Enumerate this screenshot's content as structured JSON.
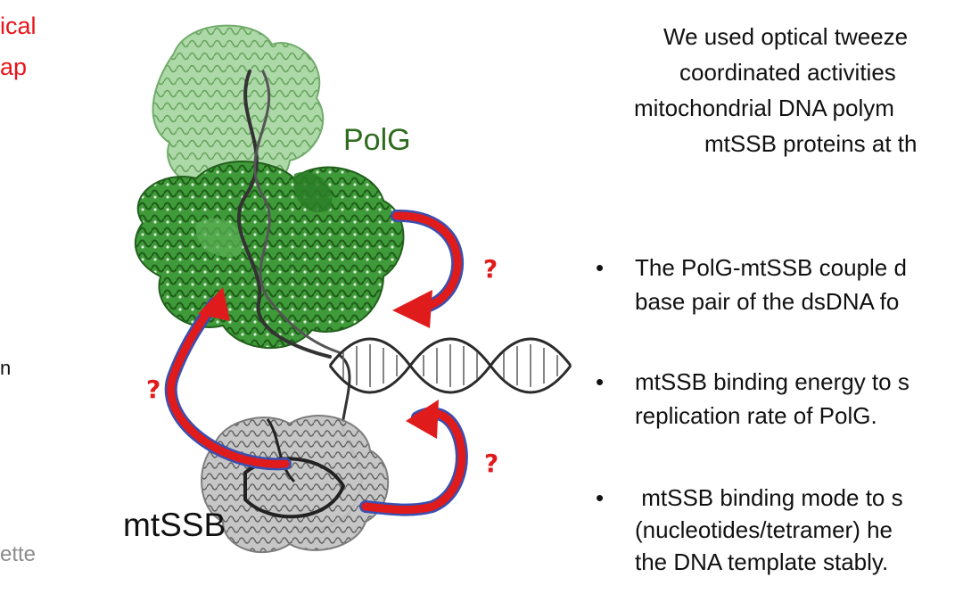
{
  "left_panel": {
    "red_line_1": "ical",
    "red_line_2": "ap",
    "black_fragment": "n",
    "gray_fragment": "ette"
  },
  "figure": {
    "polg_label": "PolG",
    "mtssb_label": "mtSSB",
    "question_marks": [
      "?",
      "?",
      "?"
    ],
    "colors": {
      "polg_green": "#2f8a2a",
      "polg_light_green": "#8fc98a",
      "dna_dark": "#333333",
      "mtssb_gray": "#9a9a9a",
      "arrow_red": "#e01b1b",
      "arrow_outline": "#3a4fb0"
    }
  },
  "intro_text": {
    "line_1": "We used optical tweeze",
    "line_2": "coordinated activities",
    "line_3": "mitochondrial DNA polym",
    "line_4": "mtSSB proteins at th"
  },
  "bullets": [
    {
      "marker": "•",
      "lines": [
        "The PolG-mtSSB couple d",
        "base pair of the dsDNA fo"
      ]
    },
    {
      "marker": "•",
      "lines": [
        "mtSSB binding energy to s",
        "replication rate of PolG."
      ]
    },
    {
      "marker": "•",
      "lines": [
        " mtSSB binding mode to s",
        "(nucleotides/tetramer) he",
        "the DNA template stably."
      ]
    }
  ]
}
